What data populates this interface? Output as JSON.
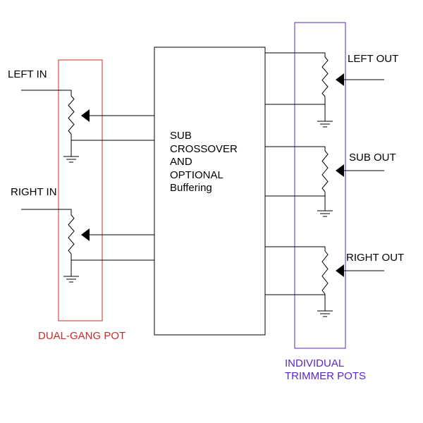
{
  "labels": {
    "left_in": "LEFT IN",
    "right_in": "RIGHT IN",
    "left_out": "LEFT OUT",
    "sub_out": "SUB OUT",
    "right_out": "RIGHT OUT",
    "dual_gang": "DUAL-GANG POT",
    "individual_line1": "INDIVIDUAL",
    "individual_line2": "TRIMMER POTS"
  },
  "block": {
    "lines": [
      "SUB",
      "CROSSOVER",
      "AND",
      "OPTIONAL",
      "Buffering"
    ]
  },
  "colors": {
    "wire": "#000000",
    "dual_gang_box": "#cc2a2a",
    "trimmer_box": "#5a26c8"
  }
}
